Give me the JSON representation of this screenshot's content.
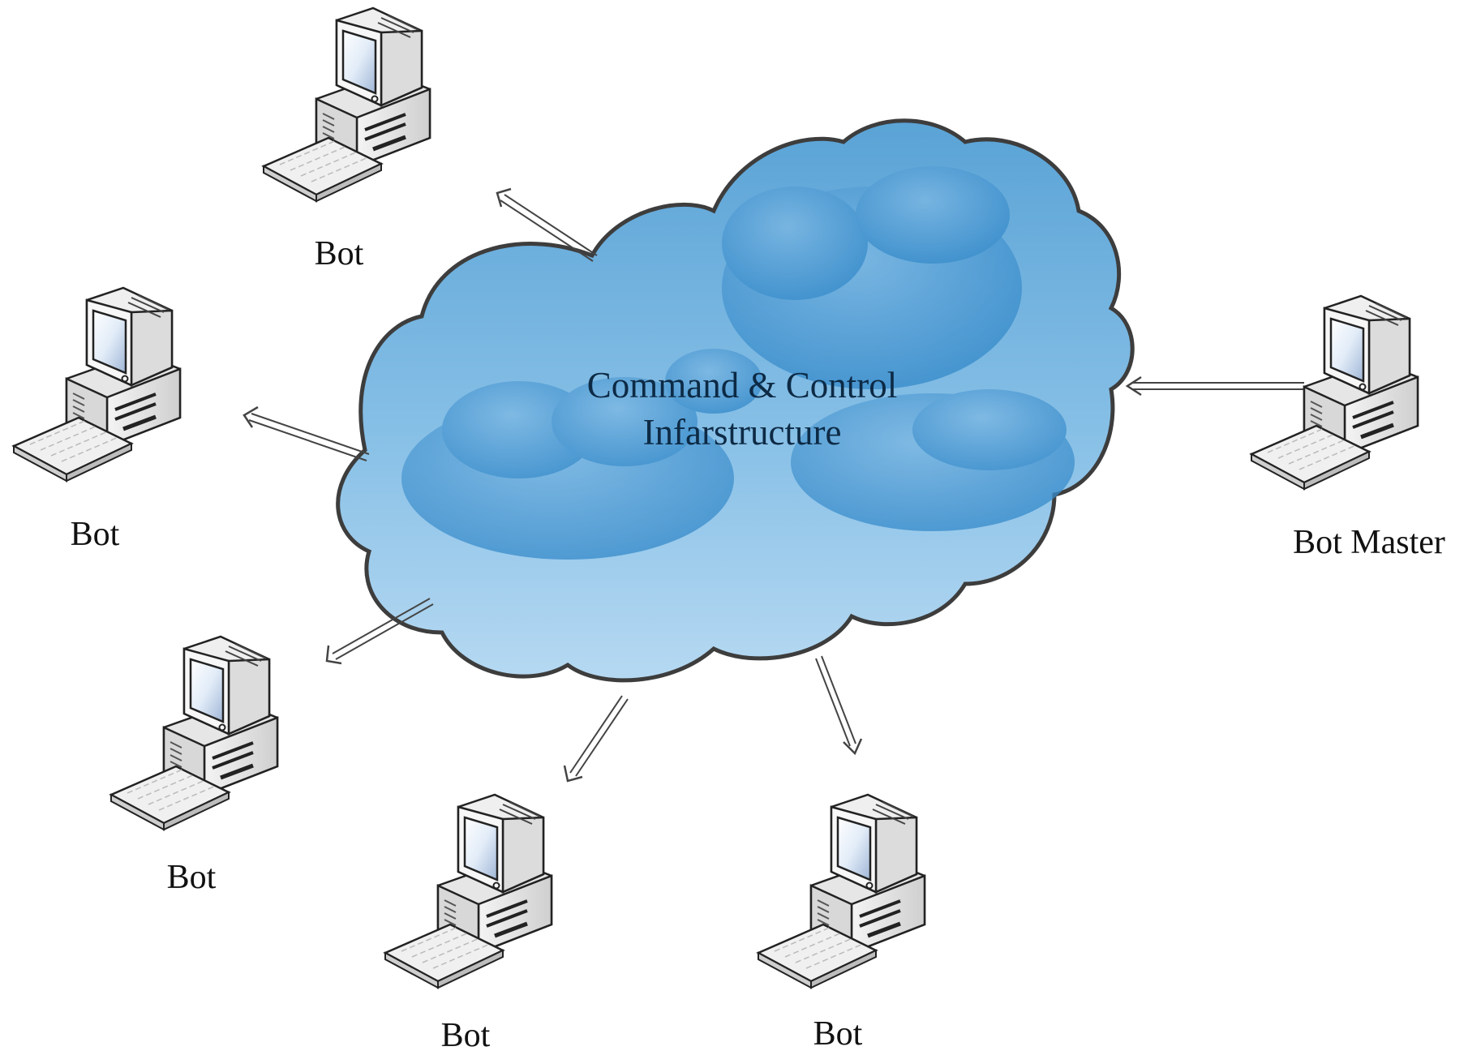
{
  "cloud": {
    "title_line1": "Command & Control",
    "title_line2": "Infarstructure",
    "fill_color": "#8fc3e6",
    "stroke_color": "#4a4a4a"
  },
  "nodes": [
    {
      "id": "bot-top",
      "label": "Bot",
      "role": "bot"
    },
    {
      "id": "bot-left",
      "label": "Bot",
      "role": "bot"
    },
    {
      "id": "bot-bottom-left",
      "label": "Bot",
      "role": "bot"
    },
    {
      "id": "bot-bottom-center",
      "label": "Bot",
      "role": "bot"
    },
    {
      "id": "bot-bottom-right",
      "label": "Bot",
      "role": "bot"
    },
    {
      "id": "bot-master",
      "label": "Bot Master",
      "role": "master"
    }
  ],
  "icons": {
    "computer": "desktop-computer-icon"
  },
  "edges": [
    {
      "from": "bot-master",
      "to": "cloud"
    },
    {
      "from": "cloud",
      "to": "bot-top"
    },
    {
      "from": "cloud",
      "to": "bot-left"
    },
    {
      "from": "cloud",
      "to": "bot-bottom-left"
    },
    {
      "from": "cloud",
      "to": "bot-bottom-center"
    },
    {
      "from": "cloud",
      "to": "bot-bottom-right"
    }
  ]
}
